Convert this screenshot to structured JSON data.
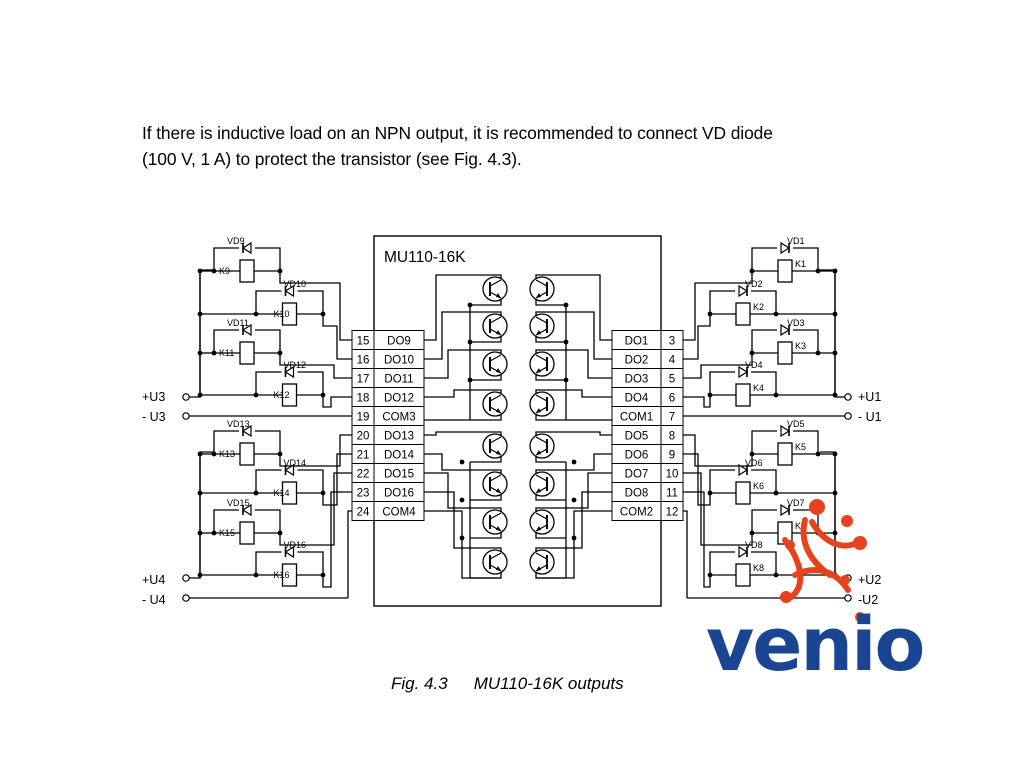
{
  "intro": {
    "line1": "If there is inductive load on an NPN output, it is recommended to connect VD diode",
    "line2": "(100 V, 1 A) to protect the transistor (see Fig. 4.3)."
  },
  "module": {
    "title": "MU110-16K"
  },
  "left_terminals": [
    {
      "pin": "15",
      "name": "DO9"
    },
    {
      "pin": "16",
      "name": "DO10"
    },
    {
      "pin": "17",
      "name": "DO11"
    },
    {
      "pin": "18",
      "name": "DO12"
    },
    {
      "pin": "19",
      "name": "COM3"
    },
    {
      "pin": "20",
      "name": "DO13"
    },
    {
      "pin": "21",
      "name": "DO14"
    },
    {
      "pin": "22",
      "name": "DO15"
    },
    {
      "pin": "23",
      "name": "DO16"
    },
    {
      "pin": "24",
      "name": "COM4"
    }
  ],
  "right_terminals": [
    {
      "pin": "3",
      "name": "DO1"
    },
    {
      "pin": "4",
      "name": "DO2"
    },
    {
      "pin": "5",
      "name": "DO3"
    },
    {
      "pin": "6",
      "name": "DO4"
    },
    {
      "pin": "7",
      "name": "COM1"
    },
    {
      "pin": "8",
      "name": "DO5"
    },
    {
      "pin": "9",
      "name": "DO6"
    },
    {
      "pin": "10",
      "name": "DO7"
    },
    {
      "pin": "11",
      "name": "DO8"
    },
    {
      "pin": "12",
      "name": "COM2"
    }
  ],
  "supply_labels": {
    "left": [
      "+U3",
      "- U3",
      "+U4",
      "- U4"
    ],
    "right": [
      "+U1",
      "- U1",
      "+U2",
      "-U2"
    ]
  },
  "left_loads": [
    {
      "diode": "VD9",
      "relay": "K9"
    },
    {
      "diode": "VD10",
      "relay": "K10"
    },
    {
      "diode": "VD11",
      "relay": "K11"
    },
    {
      "diode": "VD12",
      "relay": "K12"
    },
    {
      "diode": "VD13",
      "relay": "K13"
    },
    {
      "diode": "VD14",
      "relay": "K14"
    },
    {
      "diode": "VD15",
      "relay": "K15"
    },
    {
      "diode": "VD16",
      "relay": "K16"
    }
  ],
  "right_loads": [
    {
      "diode": "VD1",
      "relay": "K1"
    },
    {
      "diode": "VD2",
      "relay": "K2"
    },
    {
      "diode": "VD3",
      "relay": "K3"
    },
    {
      "diode": "VD4",
      "relay": "K4"
    },
    {
      "diode": "VD5",
      "relay": "K5"
    },
    {
      "diode": "VD6",
      "relay": "K6"
    },
    {
      "diode": "VD7",
      "relay": "K7"
    },
    {
      "diode": "VD8",
      "relay": "K8"
    }
  ],
  "caption": {
    "number": "Fig. 4.3",
    "text": "MU110-16K outputs"
  },
  "watermark": {
    "text": "venio",
    "text_color": "#1a4592",
    "mark_color": "#e8411e"
  }
}
